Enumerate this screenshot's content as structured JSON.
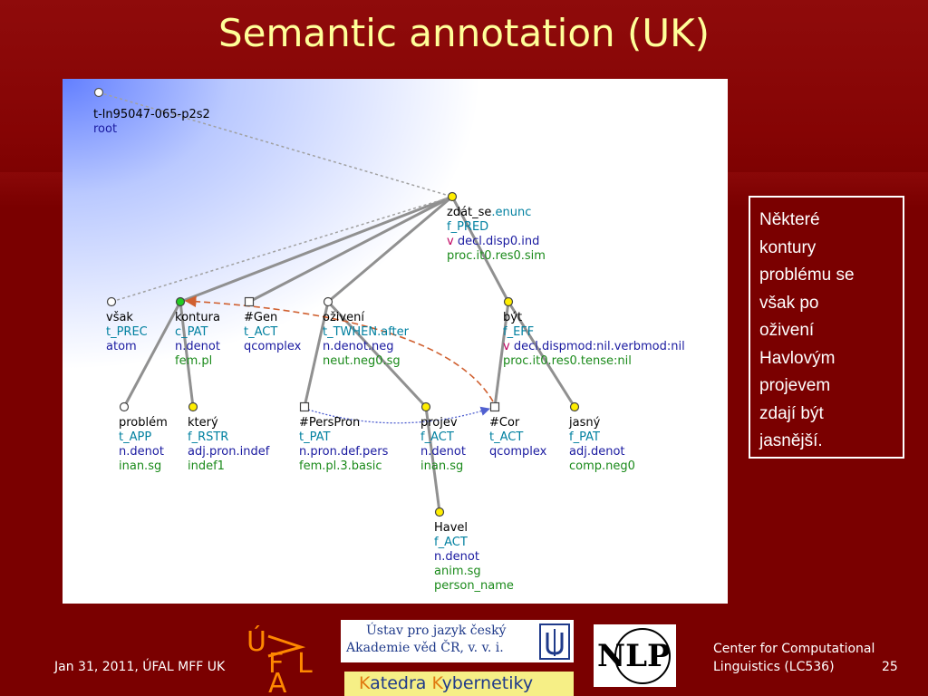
{
  "slide": {
    "title": "Semantic annotation (UK)",
    "note_lines": [
      "Některé",
      "kontury",
      "problému se",
      "však po",
      "oživení",
      "Havlovým",
      "projevem",
      "zdají být",
      "jasnější."
    ],
    "footer_left": "Jan 31, 2011, ÚFAL MFF UK",
    "footer_right_line1": "Center for Computational",
    "footer_right_line2": "Linguistics (LC536)",
    "page_number": "25"
  },
  "colors": {
    "background": "#7a0000",
    "title": "#ffff99",
    "label_black": "#000000",
    "label_teal": "#0080a0",
    "label_blue": "#1a1aa0",
    "label_green": "#1a8a1a",
    "node_yellow": "#ffee00",
    "node_green": "#22cc22",
    "edge_gray": "#909090",
    "coref_orange": "#d06030",
    "coref_blue": "#5060d0"
  },
  "logos": {
    "ufal_letters": "ÚFAL",
    "ujc_line1": "Ústav pro jazyk český",
    "ujc_line2": "Akademie věd ČR, v. v. i.",
    "kk_text_1": "K",
    "kk_text_2": "atedra ",
    "kk_text_3": "K",
    "kk_text_4": "ybernetiky",
    "nlp_text": "NLP"
  },
  "tree": {
    "root": {
      "lines": [
        "t-ln95047-065-p2s2",
        "root"
      ]
    },
    "nodes": [
      {
        "id": "zdat",
        "shape": "circle",
        "fill": "yellow",
        "lines": [
          [
            "zdát_se",
            ".enunc"
          ],
          [
            "f_PRED"
          ],
          [
            "v",
            "decl.disp0.ind"
          ],
          [
            "proc.it0.res0.sim"
          ]
        ]
      },
      {
        "id": "vsak",
        "shape": "circle",
        "fill": "white",
        "lines": [
          [
            "však"
          ],
          [
            "t_PREC"
          ],
          [
            "atom"
          ]
        ]
      },
      {
        "id": "kontura",
        "shape": "circle",
        "fill": "green",
        "lines": [
          [
            "kontura"
          ],
          [
            "c_PAT"
          ],
          [
            "n.denot"
          ],
          [
            "fem.pl"
          ]
        ]
      },
      {
        "id": "gen",
        "shape": "square",
        "fill": "white",
        "lines": [
          [
            "#Gen"
          ],
          [
            "t_ACT"
          ],
          [
            "qcomplex"
          ]
        ]
      },
      {
        "id": "ozivi",
        "shape": "circle",
        "fill": "white",
        "lines": [
          [
            "oživení"
          ],
          [
            "t_TWHEN.after"
          ],
          [
            "n.denot.neg"
          ],
          [
            "neut.neg0.sg"
          ]
        ]
      },
      {
        "id": "byt",
        "shape": "circle",
        "fill": "yellow",
        "lines": [
          [
            "být"
          ],
          [
            "f_EFF"
          ],
          [
            "v",
            "decl.dispmod:nil.verbmod:nil"
          ],
          [
            "proc.it0.res0.tense:nil"
          ]
        ]
      },
      {
        "id": "problem",
        "shape": "circle",
        "fill": "white",
        "lines": [
          [
            "problém"
          ],
          [
            "t_APP"
          ],
          [
            "n.denot"
          ],
          [
            "inan.sg"
          ]
        ]
      },
      {
        "id": "ktery",
        "shape": "circle",
        "fill": "yellow",
        "lines": [
          [
            "který"
          ],
          [
            "f_RSTR"
          ],
          [
            "adj.pron.indef"
          ],
          [
            "indef1"
          ]
        ]
      },
      {
        "id": "perspron",
        "shape": "square",
        "fill": "white",
        "lines": [
          [
            "#PersPron"
          ],
          [
            "t_PAT"
          ],
          [
            "n.pron.def.pers"
          ],
          [
            "fem.pl.3.basic"
          ]
        ]
      },
      {
        "id": "projev",
        "shape": "circle",
        "fill": "yellow",
        "lines": [
          [
            "projev"
          ],
          [
            "f_ACT"
          ],
          [
            "n.denot"
          ],
          [
            "inan.sg"
          ]
        ]
      },
      {
        "id": "cor",
        "shape": "square",
        "fill": "white",
        "lines": [
          [
            "#Cor"
          ],
          [
            "t_ACT"
          ],
          [
            "qcomplex"
          ]
        ]
      },
      {
        "id": "jasny",
        "shape": "circle",
        "fill": "yellow",
        "lines": [
          [
            "jasný"
          ],
          [
            "f_PAT"
          ],
          [
            "adj.denot"
          ],
          [
            "comp.neg0"
          ]
        ]
      },
      {
        "id": "havel",
        "shape": "circle",
        "fill": "yellow",
        "lines": [
          [
            "Havel"
          ],
          [
            "f_ACT"
          ],
          [
            "n.denot"
          ],
          [
            "anim.sg"
          ],
          [
            "person_name"
          ]
        ]
      }
    ]
  }
}
